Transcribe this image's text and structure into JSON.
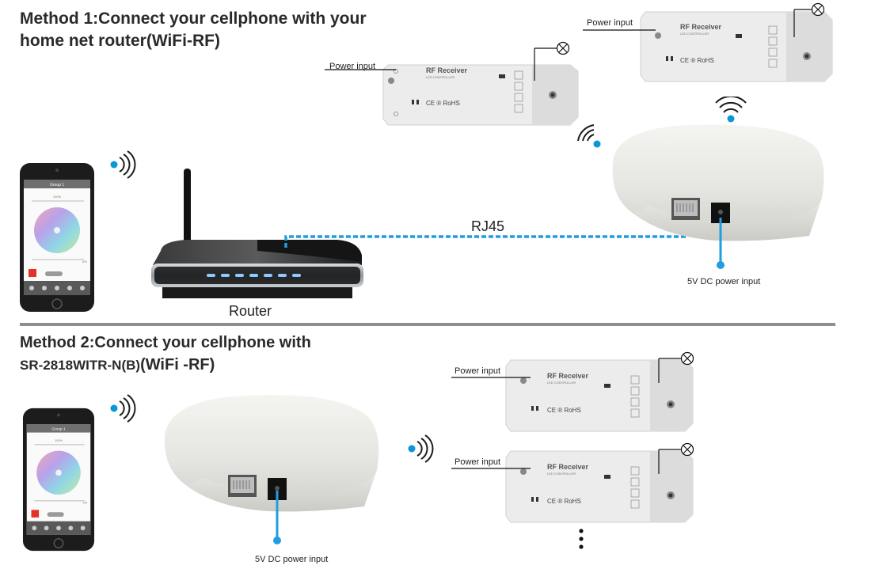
{
  "method1": {
    "title_line1": "Method 1:Connect your cellphone with your",
    "title_line2": "home net router(WiFi-RF)",
    "router_label": "Router",
    "cable_label": "RJ45",
    "power_label_gateway": "5V DC power input",
    "receivers": [
      {
        "power_label": "Power input",
        "brand": "RF Receiver",
        "sub": "LED CONTROLLER",
        "marks": "CE ® RoHS"
      },
      {
        "power_label": "Power input",
        "brand": "RF Receiver",
        "sub": "LED CONTROLLER",
        "marks": "CE ® RoHS"
      }
    ]
  },
  "method2": {
    "title_line1": "Method 2:Connect your cellphone with",
    "title_model": "SR-2818WITR-N(B)",
    "title_suffix": "(WiFi -RF)",
    "power_label_gateway": "5V DC power input",
    "receivers": [
      {
        "power_label": "Power input",
        "brand": "RF Receiver",
        "sub": "LED CONTROLLER",
        "marks": "CE ® RoHS"
      },
      {
        "power_label": "Power input",
        "brand": "RF Receiver",
        "sub": "LED CONTROLLER",
        "marks": "CE ® RoHS"
      }
    ]
  },
  "phone_app": {
    "group_title": "Group 1",
    "brightness_top": "100%",
    "brightness_bottom": "0%"
  },
  "colors": {
    "signal": "#0a97d9",
    "cable": "#1f9ee0",
    "divider": "#8f8f8f"
  }
}
